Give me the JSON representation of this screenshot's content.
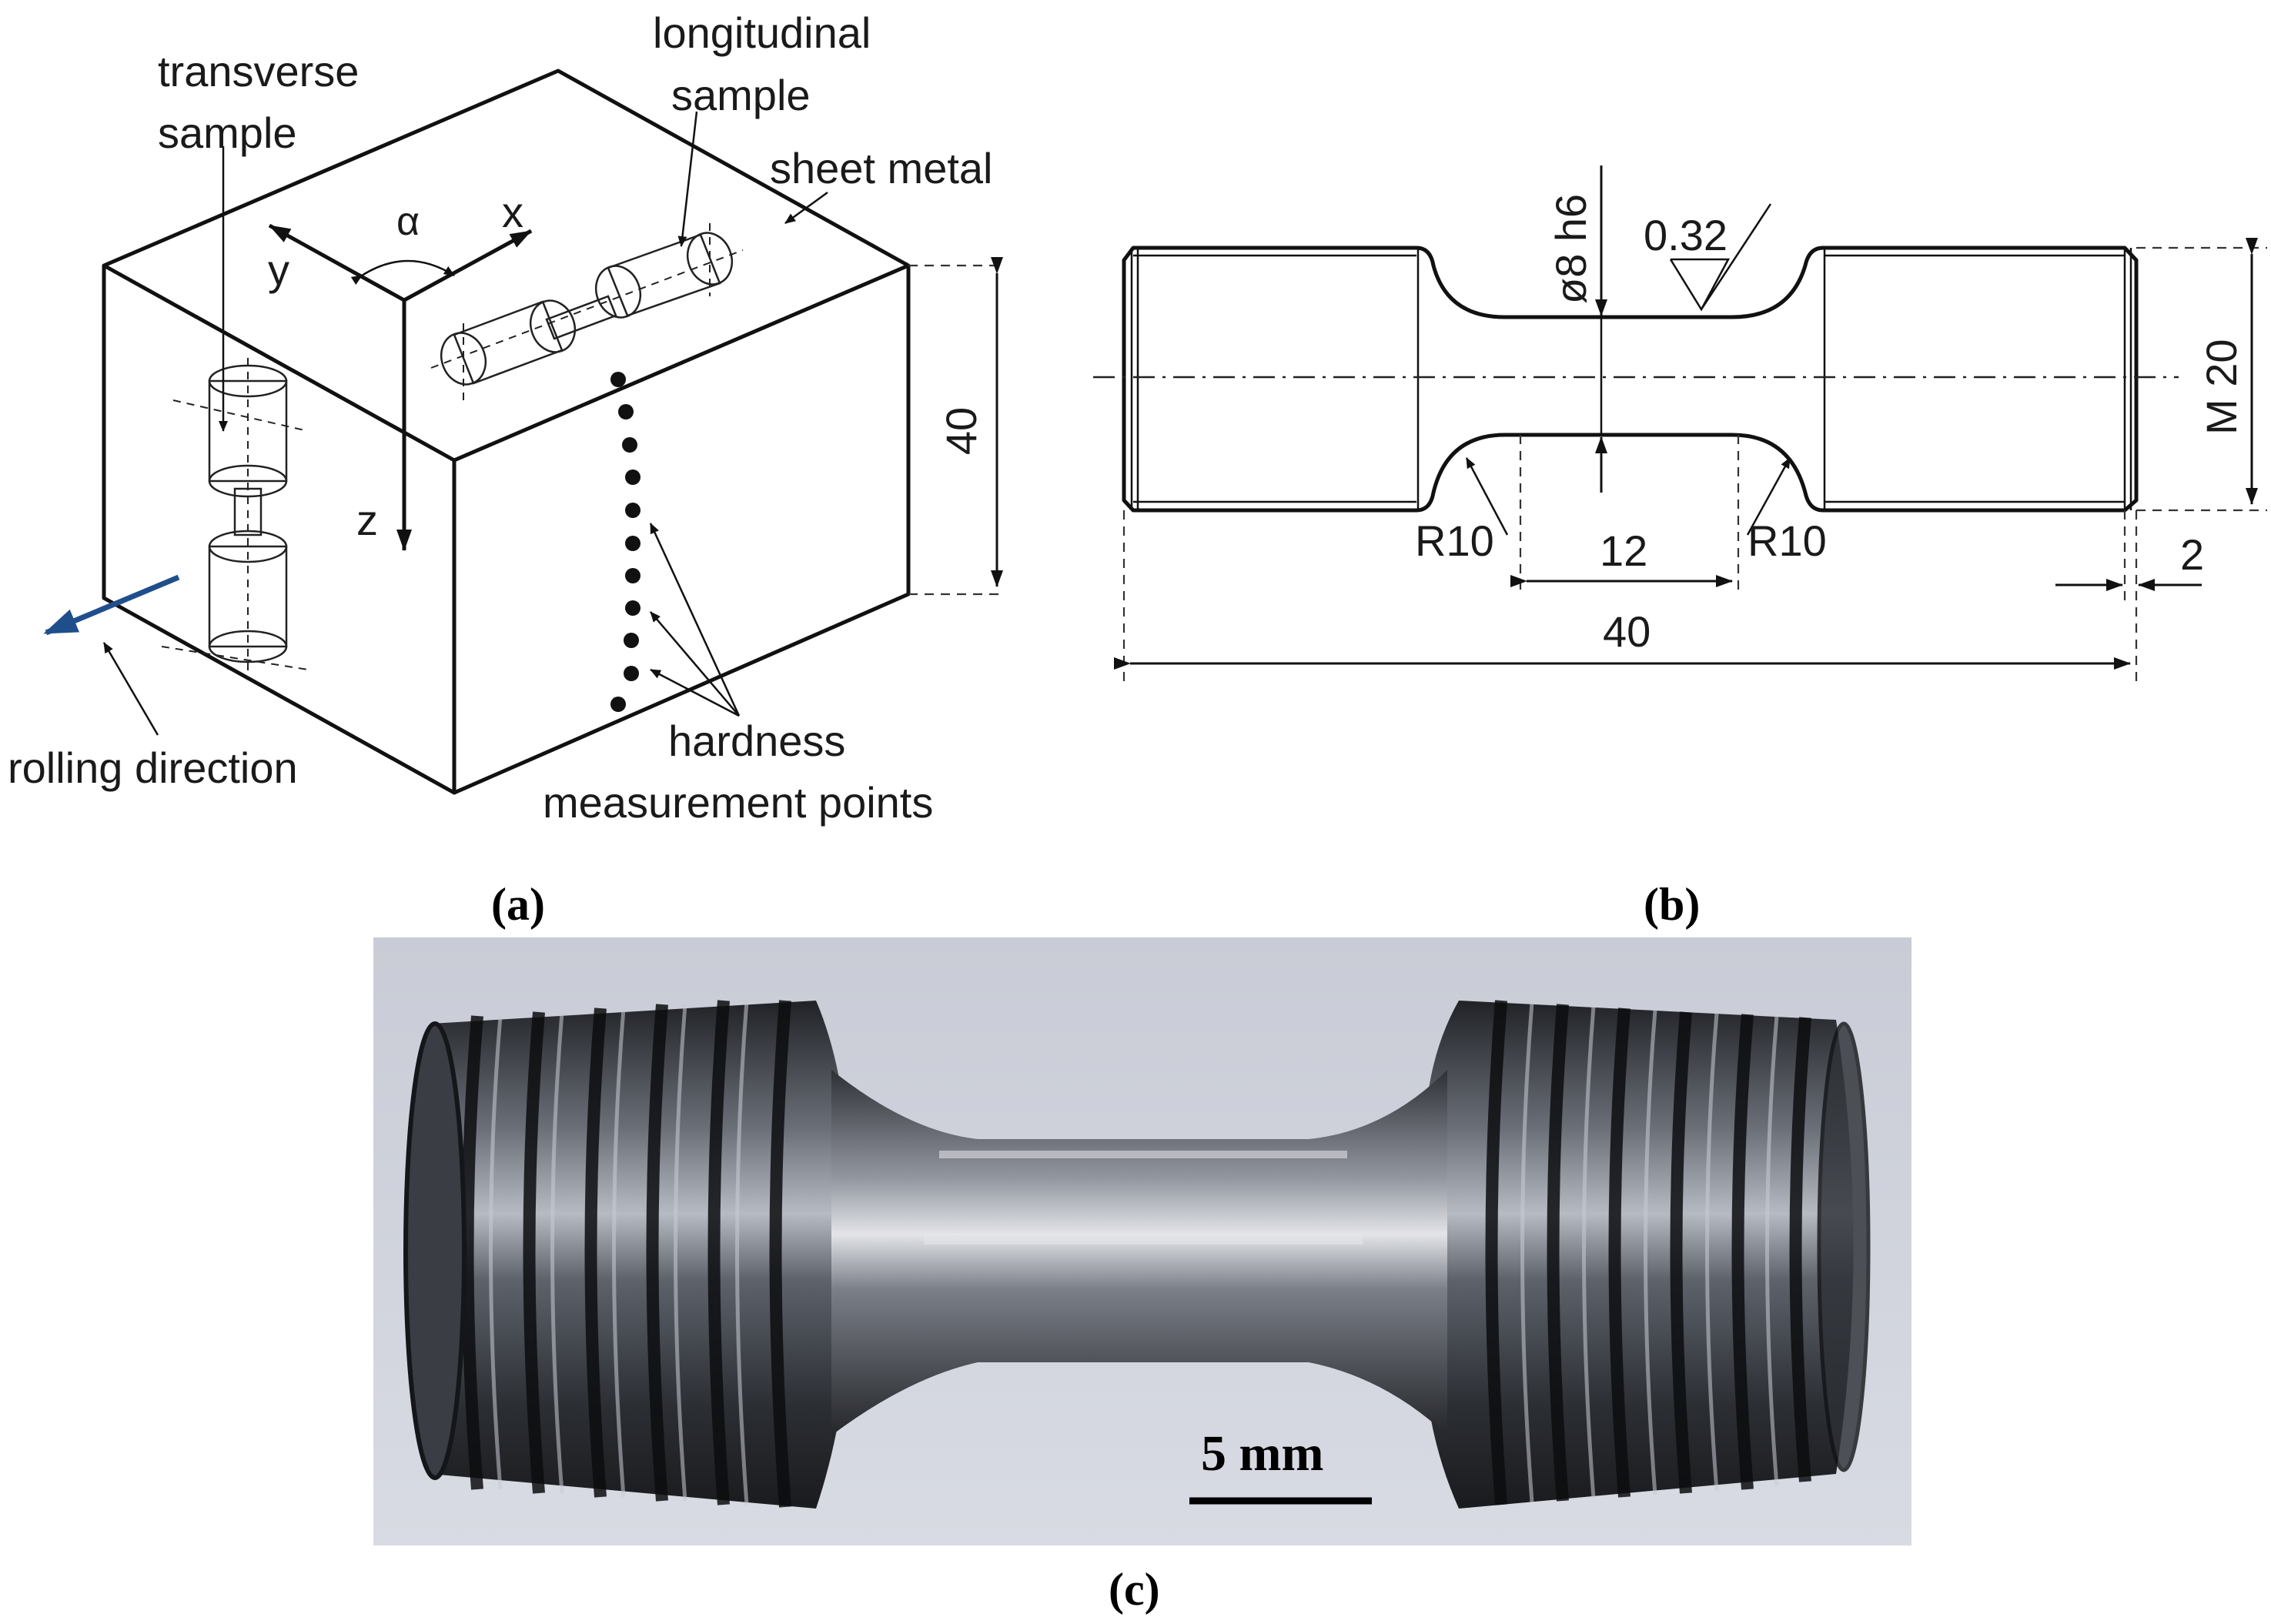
{
  "panel_a": {
    "transverse_label": [
      "transverse",
      "sample"
    ],
    "longitudinal_label": [
      "longitudinal",
      "sample"
    ],
    "sheet_metal_label": "sheet metal",
    "axis_x": "x",
    "axis_y": "y",
    "axis_z": "z",
    "angle_label": "α",
    "height_dim": "40",
    "rolling_label": "rolling direction",
    "hardness_label": [
      "hardness",
      "measurement points"
    ],
    "caption": "(a)",
    "rolling_arrow_color": "#1f4e8c"
  },
  "panel_b": {
    "diameter_label": "ø8 h6",
    "roughness_label": "0.32",
    "thread_label": "M 20",
    "radius_left": "R10",
    "radius_right": "R10",
    "gauge_length": "12",
    "total_length": "40",
    "end_dim": "2",
    "caption": "(b)"
  },
  "panel_c": {
    "scale_label": "5 mm",
    "caption": "(c)"
  }
}
